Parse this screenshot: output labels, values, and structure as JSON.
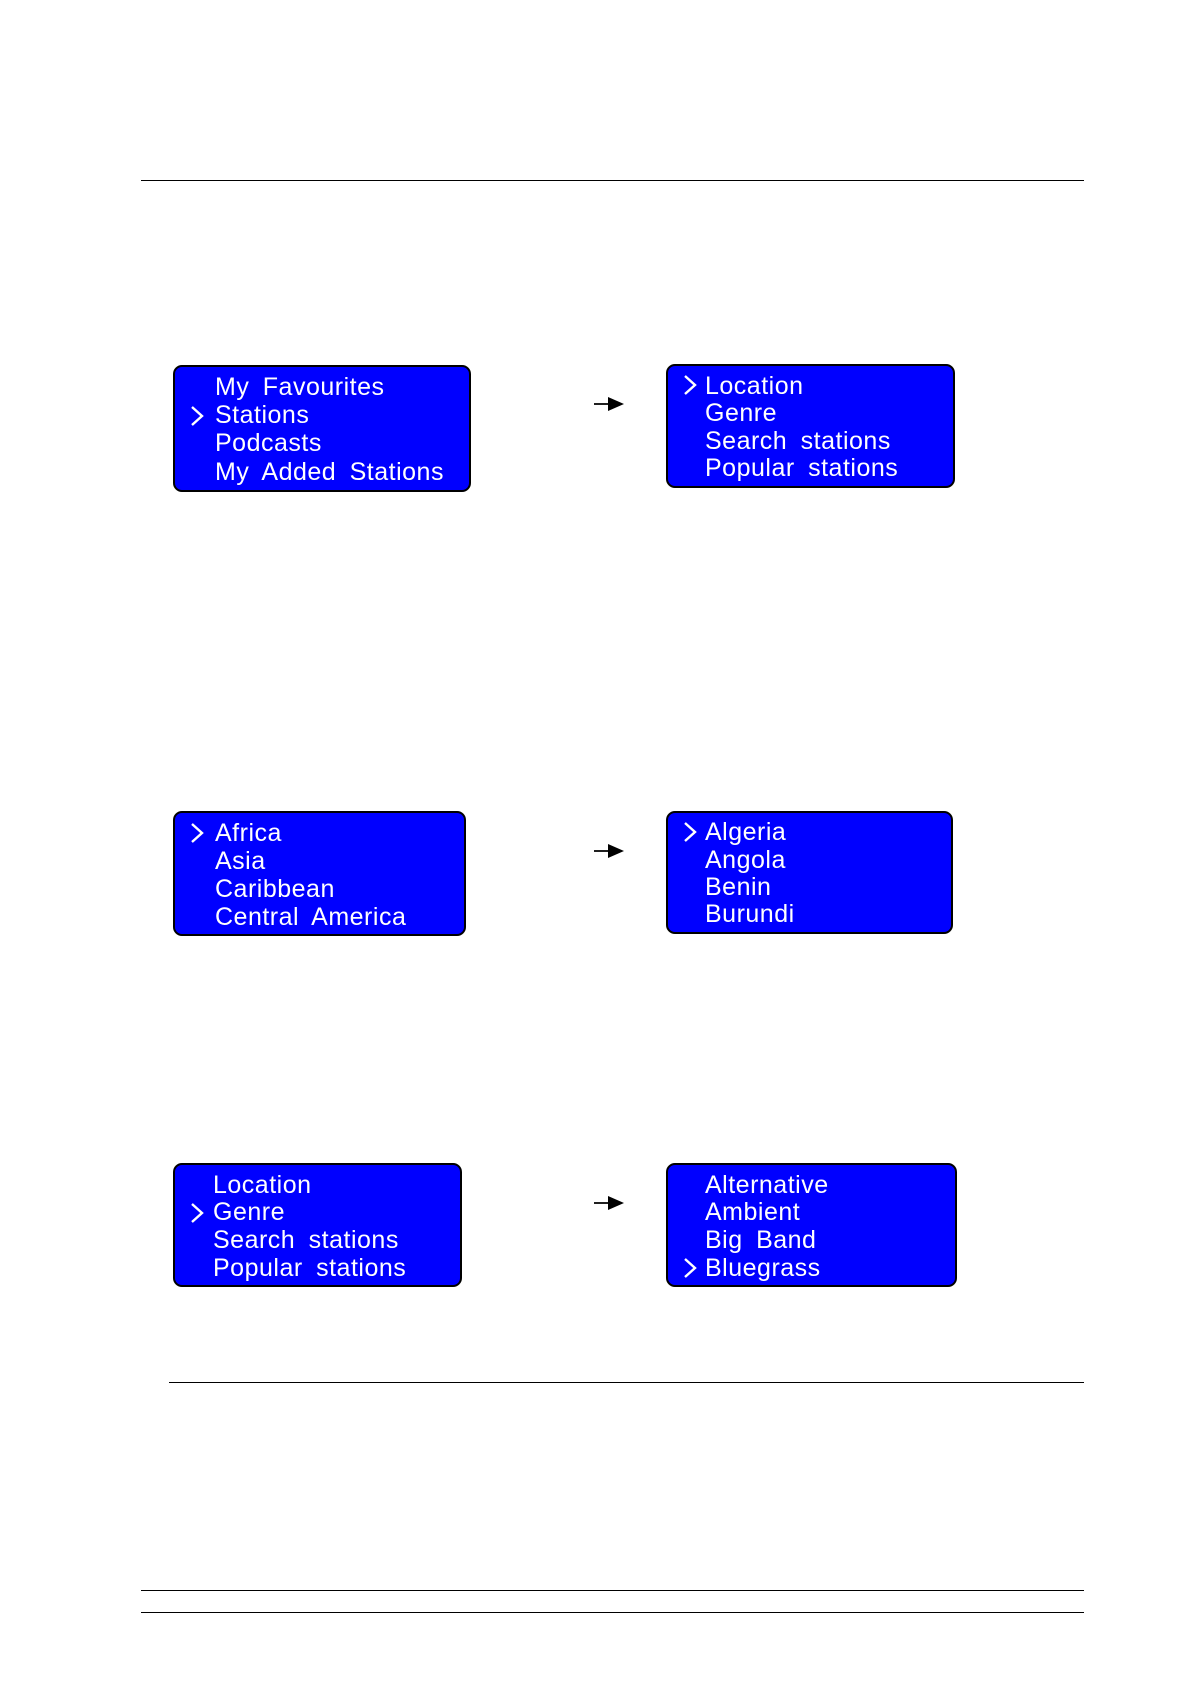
{
  "colors": {
    "screen_bg": "#0000ff",
    "screen_text": "#ffffff",
    "ink": "#000000"
  },
  "icons": {
    "selector": "chevron-right-icon",
    "transition": "arrow-right-icon"
  },
  "rows": [
    {
      "left": {
        "items": [
          "My  Favourites",
          "Stations",
          "Podcasts",
          "My  Added  Stations"
        ],
        "selected": 1
      },
      "right": {
        "items": [
          "Location",
          "Genre",
          "Search  stations",
          "Popular  stations"
        ],
        "selected": 0
      }
    },
    {
      "left": {
        "items": [
          "Africa",
          "Asia",
          "Caribbean",
          "Central  America"
        ],
        "selected": 0
      },
      "right": {
        "items": [
          "Algeria",
          "Angola",
          "Benin",
          "Burundi"
        ],
        "selected": 0
      }
    },
    {
      "left": {
        "items": [
          "Location",
          "Genre",
          "Search  stations",
          "Popular  stations"
        ],
        "selected": 1
      },
      "right": {
        "items": [
          "Alternative",
          "Ambient",
          "Big  Band",
          "Bluegrass"
        ],
        "selected": 3
      }
    }
  ]
}
